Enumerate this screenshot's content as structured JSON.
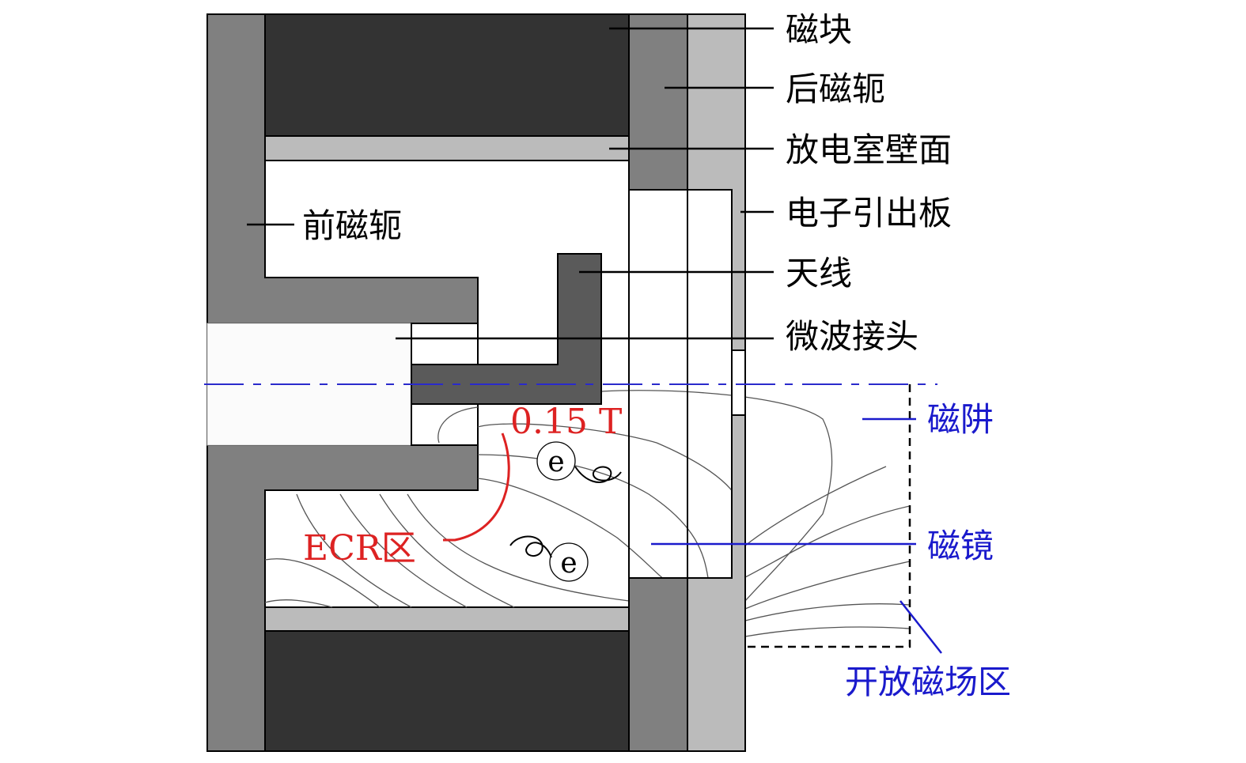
{
  "labels": {
    "magnet_block": "磁块",
    "rear_yoke": "后磁轭",
    "chamber_wall": "放电室壁面",
    "extraction_plate": "电子引出板",
    "antenna": "天线",
    "microwave_connector": "微波接头",
    "front_yoke": "前磁轭",
    "magnetic_cusp": "磁阱",
    "magnetic_mirror": "磁镜",
    "open_field_region": "开放磁场区",
    "ecr_region": "ECR区",
    "field_value": "0.15 T",
    "electron_1": "e",
    "electron_2": "e"
  },
  "colors": {
    "label_black": "#000000",
    "label_blue": "#1a1acc",
    "ecr_red": "#dd2222",
    "magnet": "#333333",
    "yoke": "#808080",
    "wall": "#bbbbbb",
    "antenna": "#5a5a5a"
  }
}
